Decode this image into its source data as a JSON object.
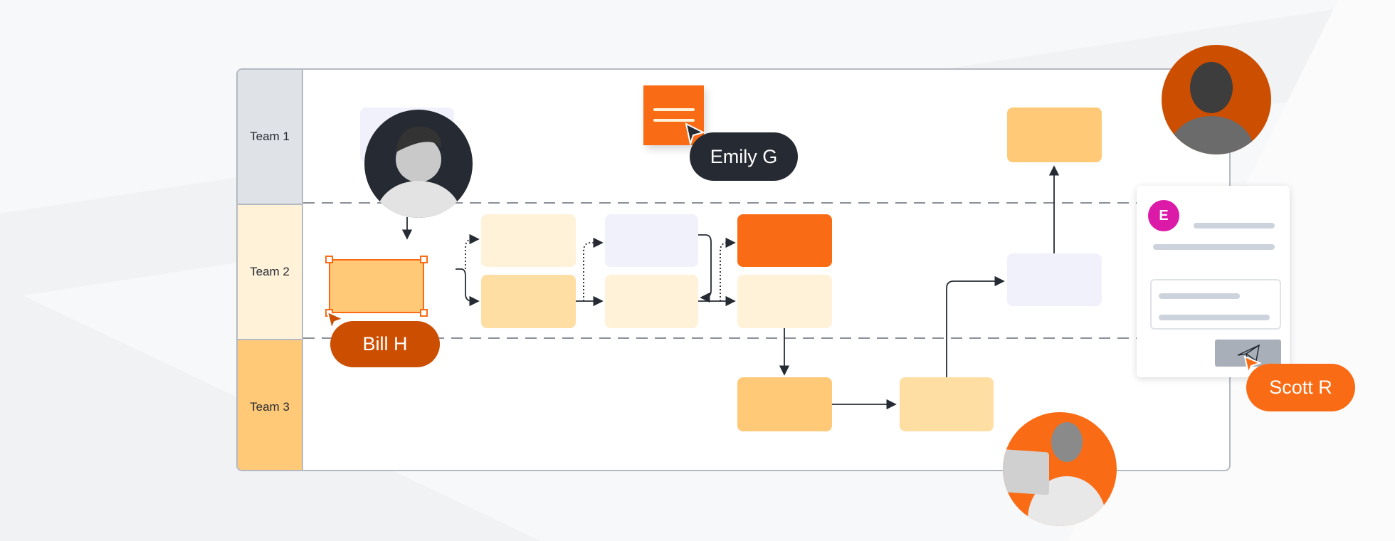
{
  "lanes": [
    {
      "label": "Team 1",
      "color": "#dfe2e7"
    },
    {
      "label": "Team 2",
      "color": "#fff2d9"
    },
    {
      "label": "Team 3",
      "color": "#ffc978"
    }
  ],
  "cursors": {
    "emily": {
      "label": "Emily G",
      "color": "#262b33"
    },
    "bill": {
      "label": "Bill H",
      "color": "#cc4e00"
    },
    "scott": {
      "label": "Scott R",
      "color": "#f96c15"
    }
  },
  "comment": {
    "avatar_initial": "E",
    "avatar_color": "#dc1aa8"
  },
  "colors": {
    "orange": "#f96c15",
    "amber": "#ffc978",
    "peach": "#ffdea3",
    "cream": "#fff2d9",
    "lavender": "#f1f1fc"
  }
}
